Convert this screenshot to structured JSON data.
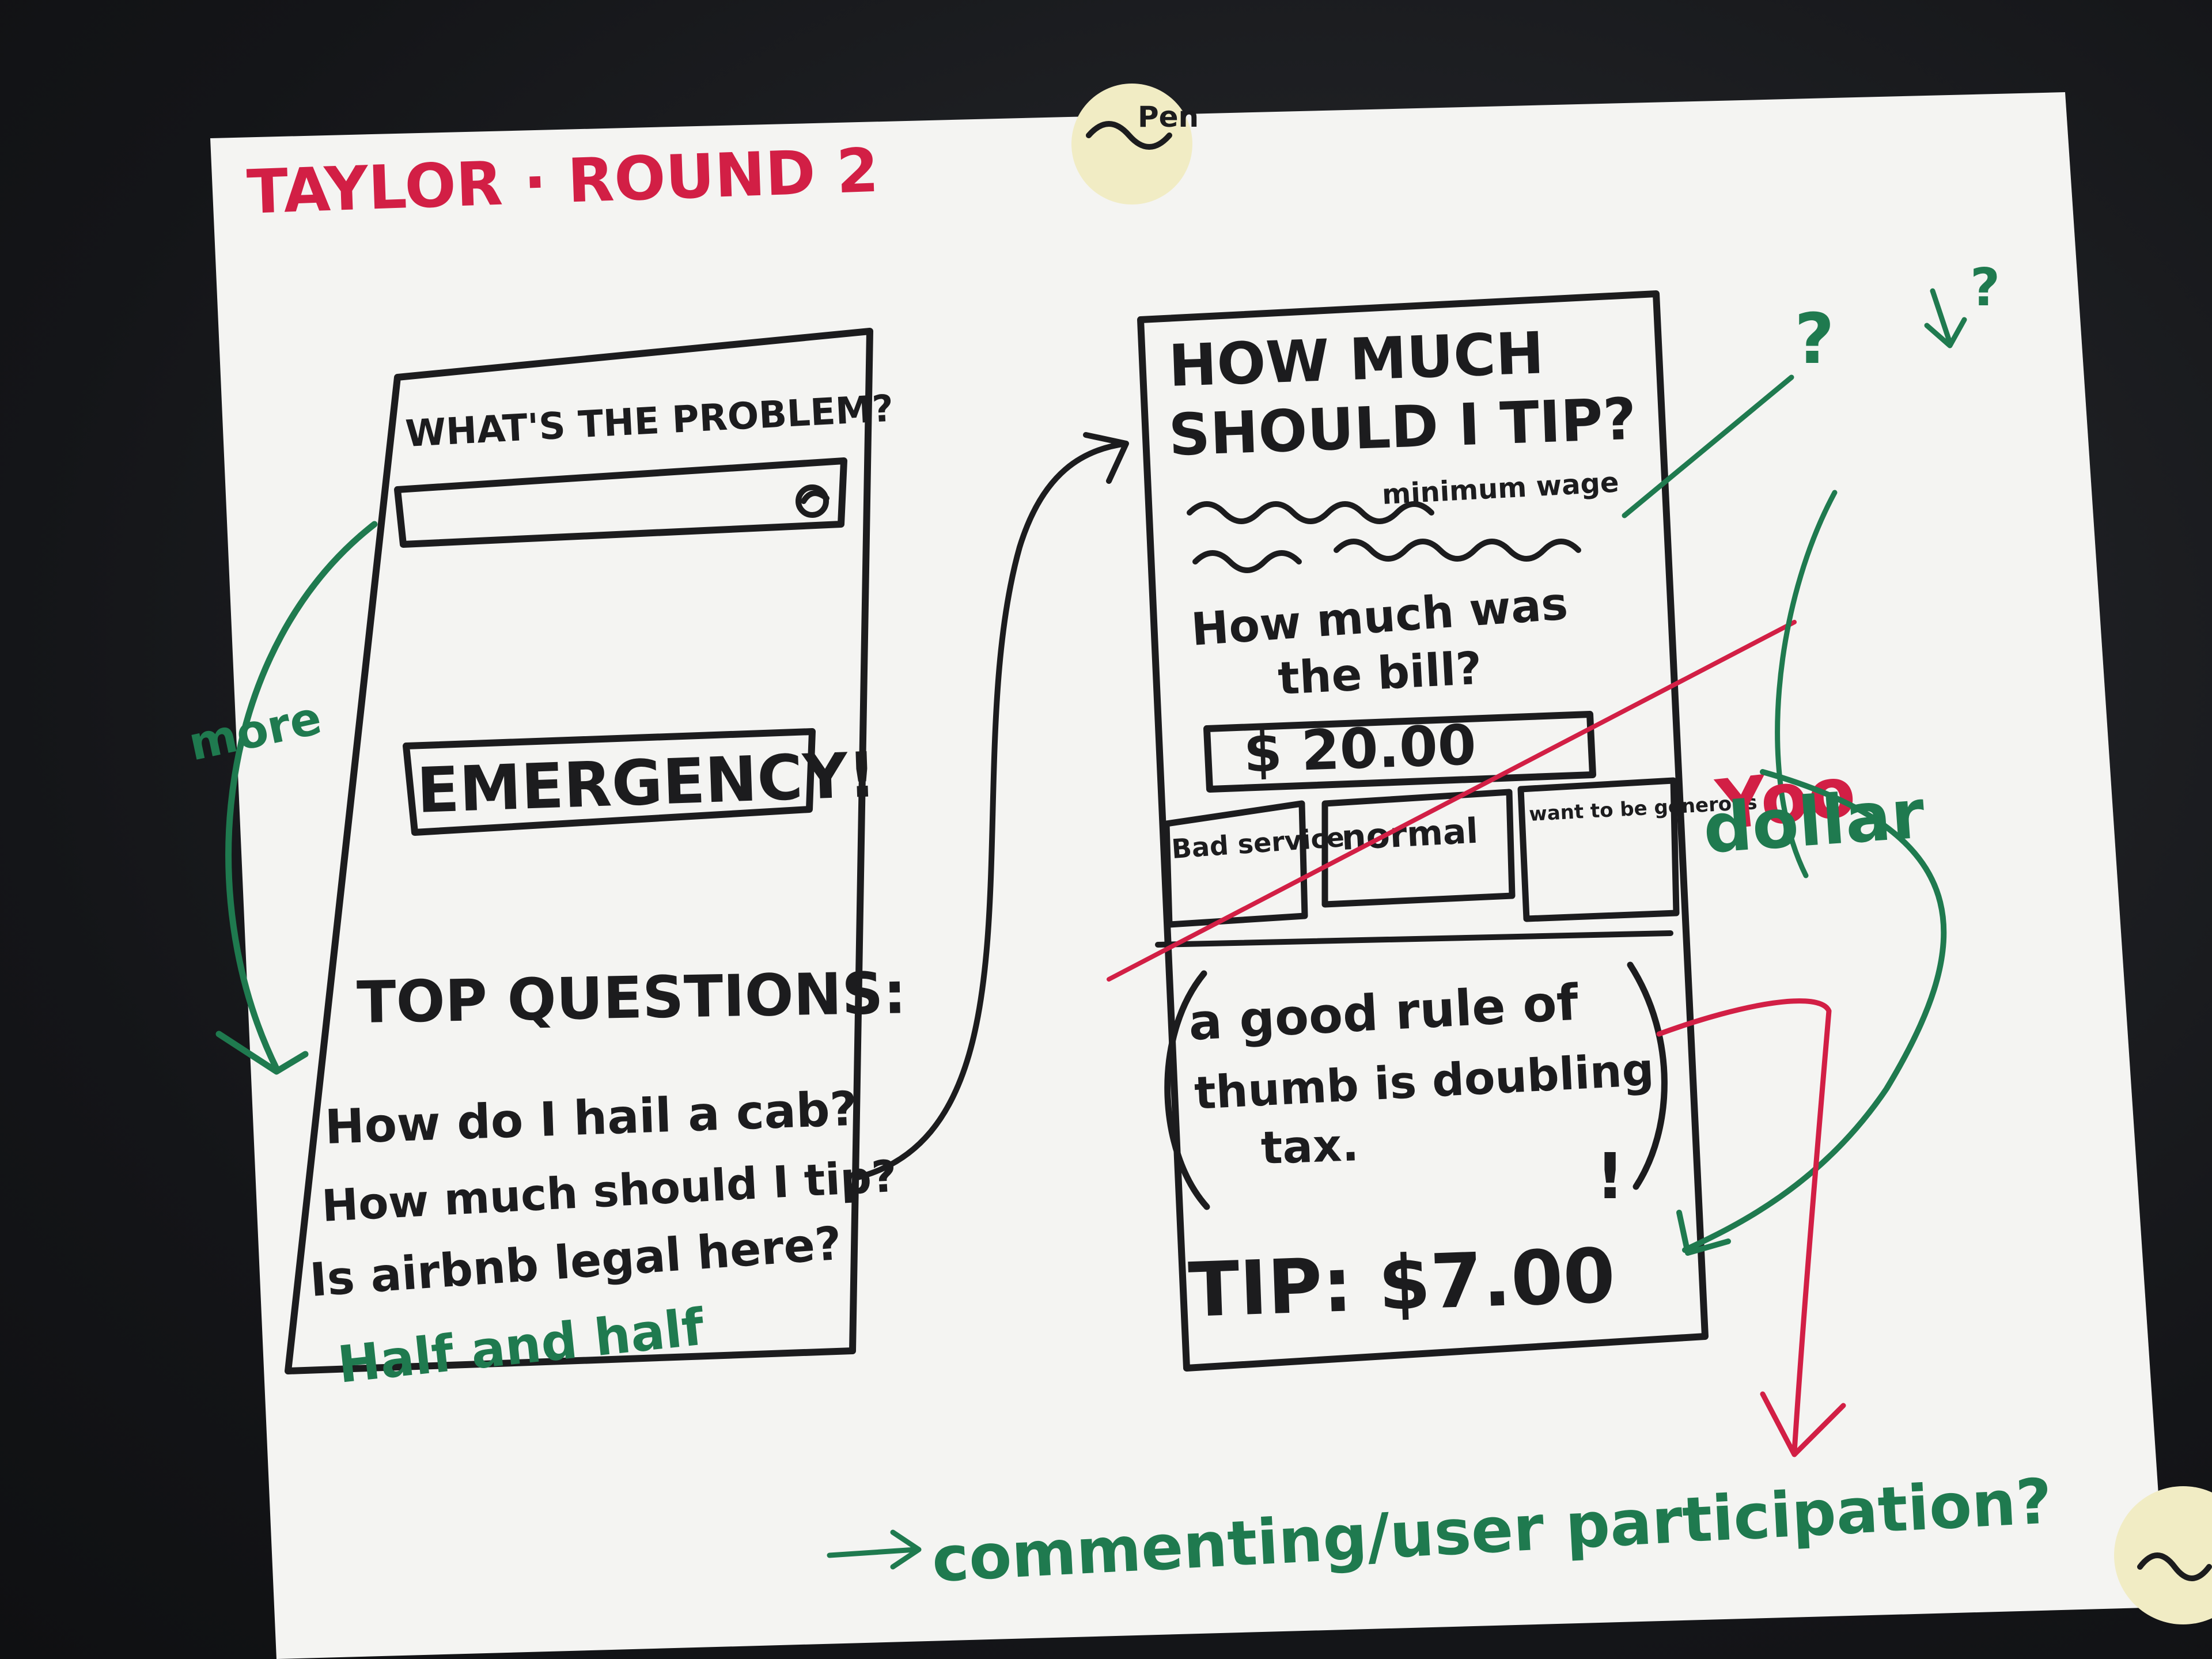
{
  "colors": {
    "paper": "#f4f4f2",
    "black_ink": "#1c1c1e",
    "green_ink": "#1f7a4f",
    "red_ink": "#d21f45",
    "sticker": "#f1ecc4"
  },
  "header": {
    "title": "TAYLOR · ROUND 2"
  },
  "screen_one": {
    "heading": "WHAT'S THE PROBLEM?",
    "search_icon": "search-icon",
    "emergency_label": "EMERGENCY!",
    "top_questions_label": "TOP QUESTIONS:",
    "questions": [
      "How do I hail a cab?",
      "How much should I tip?",
      "Is airbnb legal here?"
    ]
  },
  "screen_two": {
    "title_line1": "HOW MUCH",
    "title_line2": "SHOULD I TIP?",
    "scribble_text": "minimum wage",
    "bill_question_line1": "How much was",
    "bill_question_line2": "the bill?",
    "bill_value": "$ 20.00",
    "options": [
      "Bad service",
      "normal",
      "want to be generous"
    ],
    "tip_rule_line1": "a good rule of",
    "tip_rule_line2": "thumb is doubling",
    "tip_rule_line3": "tax.",
    "tip_rule_mark": "!",
    "tip_result": "TIP: $7.00"
  },
  "annotations": {
    "more": "more",
    "half_and_half": "Half and half",
    "question_marks": [
      "?",
      "?"
    ],
    "red_note": "Yoo",
    "green_note": "dollar",
    "commenting": "commenting/user participation?"
  }
}
